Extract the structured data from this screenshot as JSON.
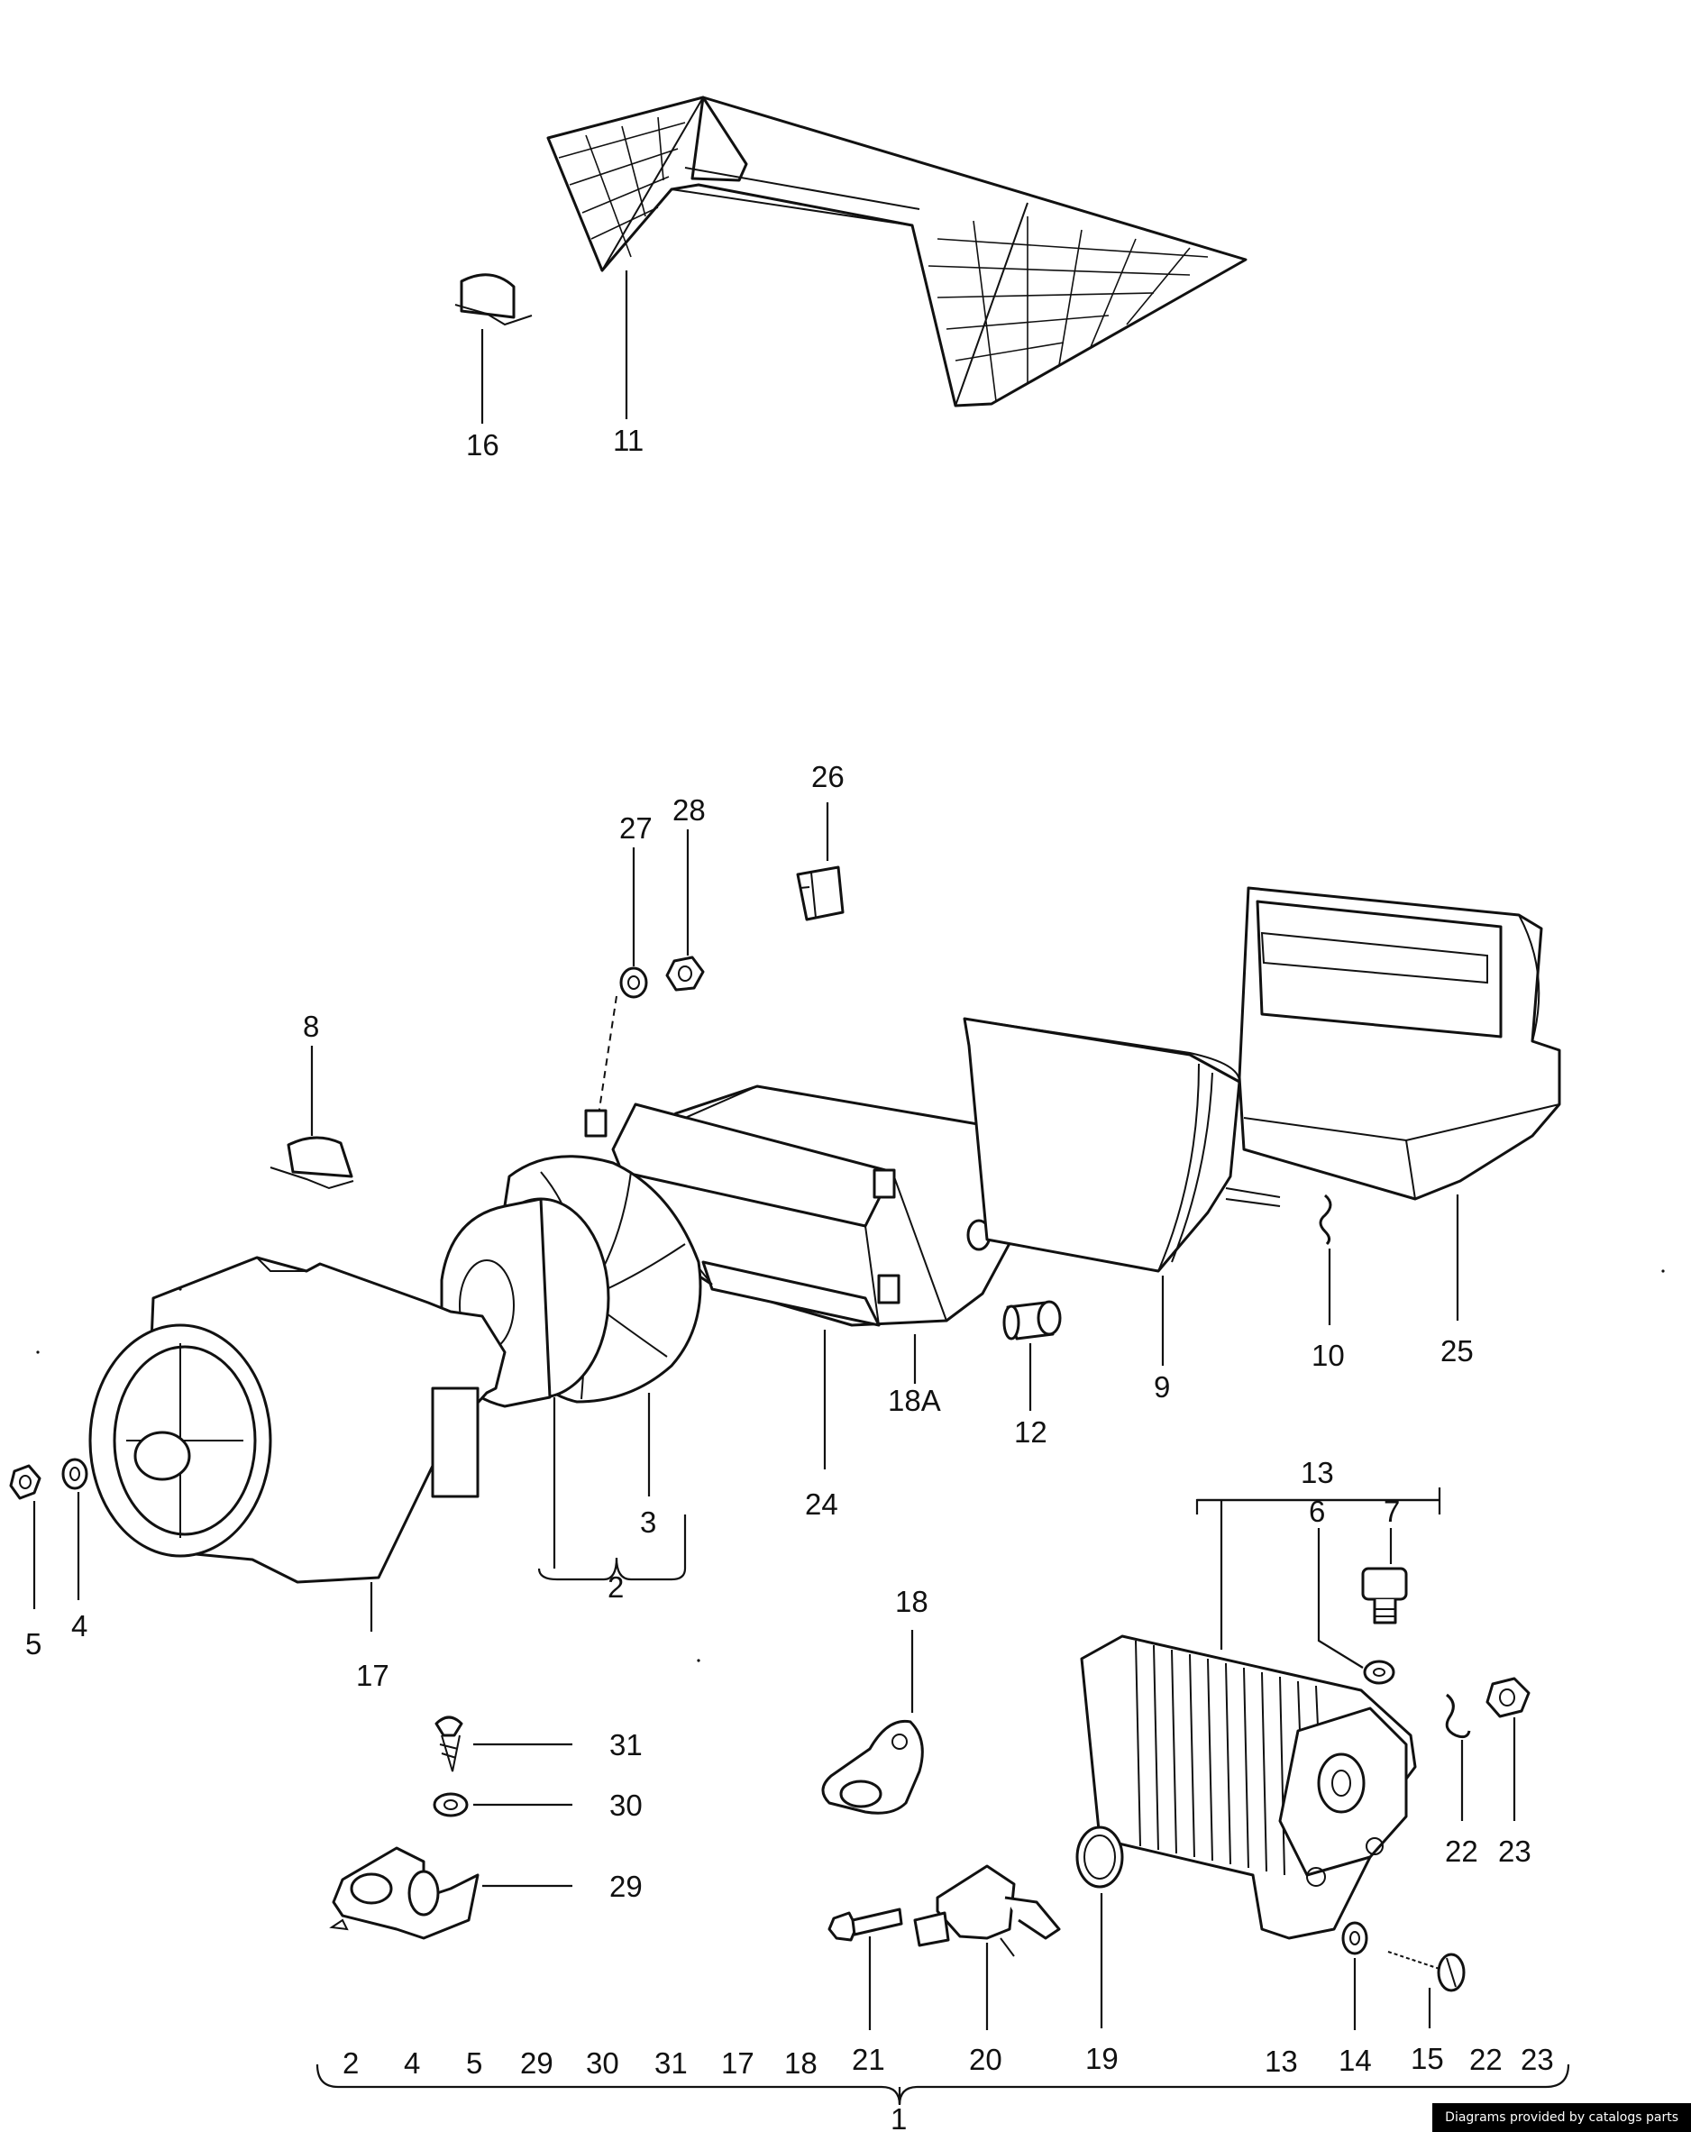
{
  "callouts": {
    "c16": "16",
    "c11": "11",
    "c26": "26",
    "c27": "27",
    "c28": "28",
    "c8": "8",
    "c18a": "18A",
    "c24": "24",
    "c12": "12",
    "c9": "9",
    "c10": "10",
    "c25": "25",
    "c3": "3",
    "c2": "2",
    "c5": "5",
    "c4": "4",
    "c17": "17",
    "c13": "13",
    "c6": "6",
    "c7": "7",
    "c18": "18",
    "c31": "31",
    "c30": "30",
    "c29": "29",
    "c22": "22",
    "c23": "23",
    "c21": "21",
    "c20": "20",
    "c19": "19",
    "c14": "14",
    "c15": "15"
  },
  "kit_row": [
    "2",
    "4",
    "5",
    "29",
    "30",
    "31",
    "17",
    "18",
    "21",
    "20",
    "19",
    "13",
    "14",
    "15",
    "22",
    "23"
  ],
  "kit_total": "1",
  "credit": "Diagrams provided by catalogs parts"
}
